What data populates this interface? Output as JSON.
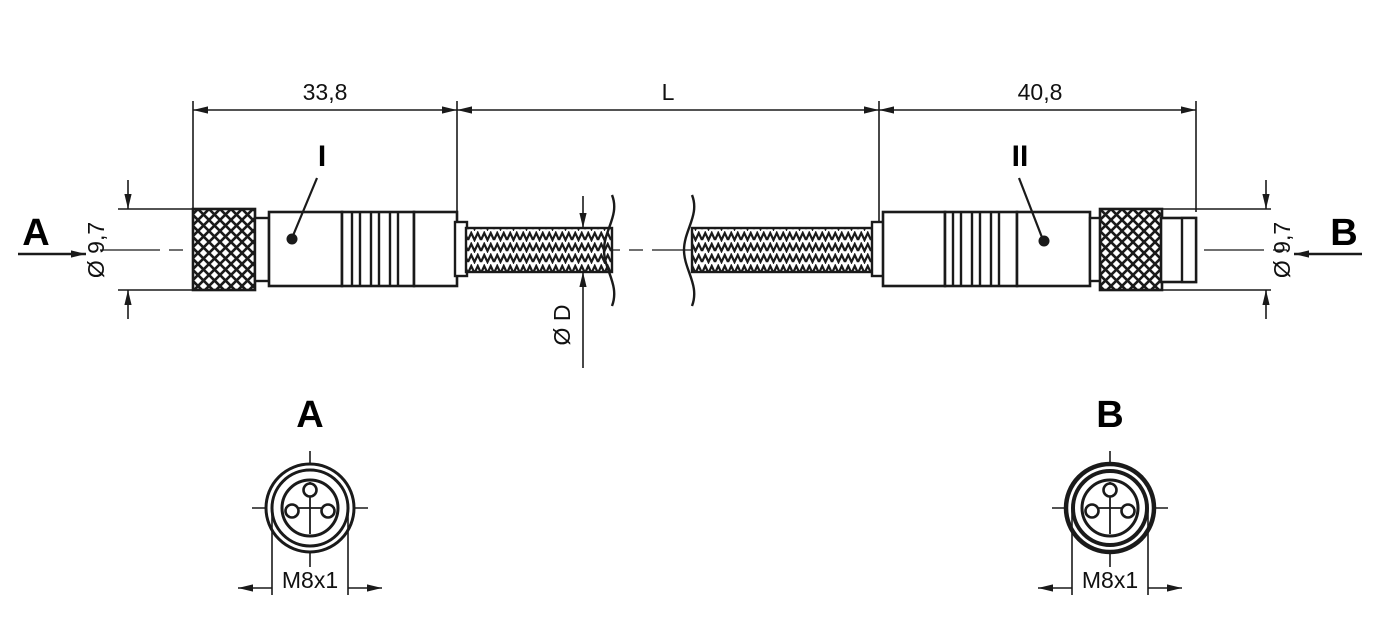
{
  "drawing": {
    "type": "technical-dimension-drawing",
    "subject": "M8 3-pin double-ended cordset cable assembly",
    "background_color": "#ffffff",
    "line_color": "#1a1a1a"
  },
  "dimensions": {
    "left_connector_length": "33,8",
    "cable_length": "L",
    "right_connector_length": "40,8",
    "connector_diameter_left": "Ø 9,7",
    "connector_diameter_right": "Ø 9,7",
    "cable_diameter": "Ø D",
    "thread_left": "M8x1",
    "thread_right": "M8x1"
  },
  "view_arrows": {
    "left": {
      "label": "A",
      "direction": "right"
    },
    "right": {
      "label": "B",
      "direction": "left"
    }
  },
  "item_callouts": {
    "left": "I",
    "right": "II"
  },
  "face_views": {
    "left": {
      "label": "A",
      "thread": "M8x1",
      "pin_count": 3
    },
    "right": {
      "label": "B",
      "thread": "M8x1",
      "pin_count": 3
    }
  }
}
